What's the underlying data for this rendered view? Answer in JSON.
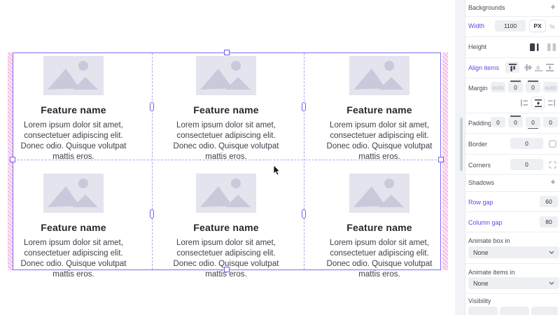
{
  "canvas": {
    "cards": [
      {
        "title": "Feature name",
        "body": "Lorem ipsum dolor sit amet, consectetuer adipiscing elit. Donec odio. Quisque volutpat mattis eros."
      },
      {
        "title": "Feature name",
        "body": "Lorem ipsum dolor sit amet, consectetuer adipiscing elit. Donec odio. Quisque volutpat mattis eros."
      },
      {
        "title": "Feature name",
        "body": "Lorem ipsum dolor sit amet, consectetuer adipiscing elit. Donec odio. Quisque volutpat mattis eros."
      },
      {
        "title": "Feature name",
        "body": "Lorem ipsum dolor sit amet, consectetuer adipiscing elit. Donec odio. Quisque volutpat mattis eros."
      },
      {
        "title": "Feature name",
        "body": "Lorem ipsum dolor sit amet, consectetuer adipiscing elit. Donec odio. Quisque volutpat mattis eros."
      },
      {
        "title": "Feature name",
        "body": "Lorem ipsum dolor sit amet, consectetuer adipiscing elit. Donec odio. Quisque volutpat mattis eros."
      }
    ]
  },
  "sidebar": {
    "backgrounds": {
      "label": "Backgrounds",
      "add_icon": "+"
    },
    "width": {
      "label": "Width",
      "value": "1100",
      "unit_px": "PX",
      "unit_pct": "%"
    },
    "height": {
      "label": "Height"
    },
    "align_items": {
      "label": "Align items"
    },
    "margin": {
      "label": "Margin",
      "values": [
        "auto",
        "0",
        "0",
        "auto"
      ]
    },
    "padding": {
      "label": "Padding",
      "values": [
        "0",
        "0",
        "0",
        "0"
      ]
    },
    "border": {
      "label": "Border",
      "value": "0"
    },
    "corners": {
      "label": "Corners",
      "value": "0"
    },
    "shadows": {
      "label": "Shadows",
      "add_icon": "+"
    },
    "row_gap": {
      "label": "Row gap",
      "value": "60"
    },
    "column_gap": {
      "label": "Column gap",
      "value": "80"
    },
    "animate_box": {
      "label": "Animate box in",
      "value": "None"
    },
    "animate_items": {
      "label": "Animate items in",
      "value": "None"
    },
    "visibility": {
      "label": "Visibility"
    }
  },
  "colors": {
    "selection": "#7e6cf3",
    "gap_guide": "#a3abec",
    "margin_hatch": "#efa8dc",
    "accent_label": "#5a4df0",
    "field_bg": "#edeff3",
    "placeholder": "#e3e4ee"
  }
}
